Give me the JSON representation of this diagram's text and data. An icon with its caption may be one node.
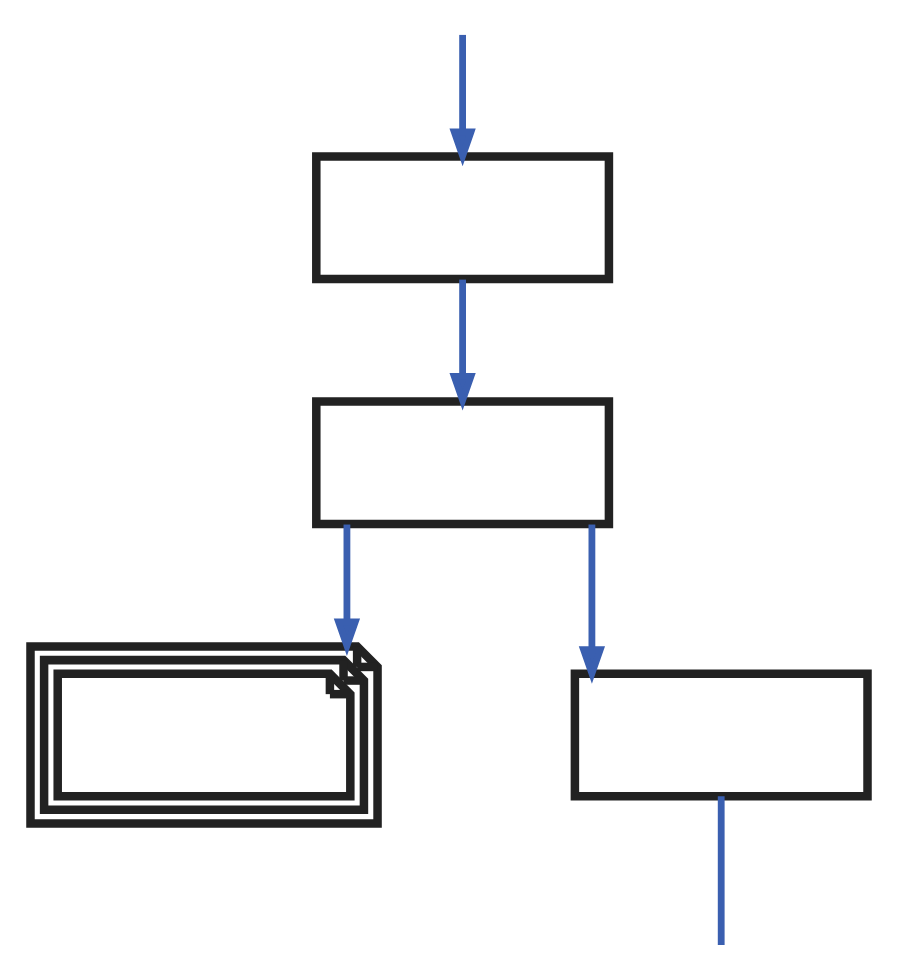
{
  "diagram": {
    "nodes": [
      {
        "text": [],
        "shape": "box"
      },
      {
        "text": [],
        "shape": "box"
      },
      {
        "text": [],
        "shape": "documents"
      },
      {
        "text": [],
        "shape": "box"
      }
    ],
    "edges": [
      {
        "from": null,
        "to": 0,
        "arrow": "to"
      },
      {
        "from": 0,
        "to": 1,
        "arrow": "to"
      },
      {
        "from": 1,
        "to": 2,
        "arrow": "to"
      },
      {
        "from": 1,
        "to": 3,
        "arrow": "to"
      },
      {
        "from": 3,
        "to": null,
        "arrow": "none"
      }
    ]
  }
}
